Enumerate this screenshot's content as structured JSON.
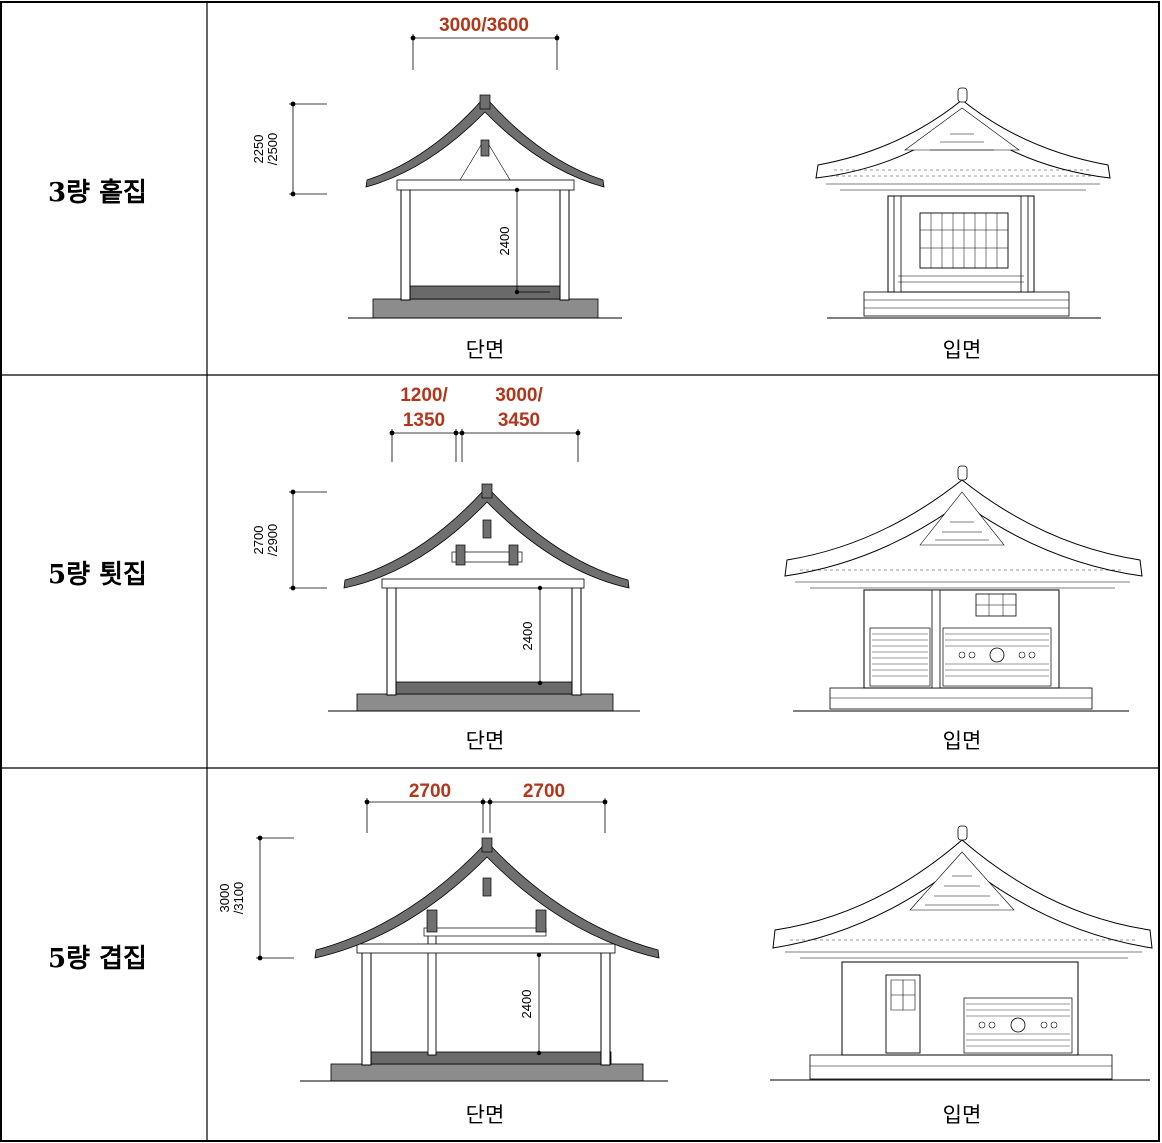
{
  "rows": [
    {
      "label": "3량 홑집",
      "section_caption": "단면",
      "elevation_caption": "입면",
      "width_dims": [
        "3000/3600"
      ],
      "ridge_height": "2250\n/2500",
      "wall_height": "2400"
    },
    {
      "label": "5량 툇집",
      "section_caption": "단면",
      "elevation_caption": "입면",
      "width_dims": [
        "1200/\n1350",
        "3000/\n3450"
      ],
      "ridge_height": "2700\n/2900",
      "wall_height": "2400"
    },
    {
      "label": "5량 겹집",
      "section_caption": "단면",
      "elevation_caption": "입면",
      "width_dims": [
        "2700",
        "2700"
      ],
      "ridge_height": "3000\n/3100",
      "wall_height": "2400"
    }
  ],
  "colors": {
    "dimension_text": "#b3361b",
    "roof_fill": "#6f6f6f",
    "floor_fill": "#9a9a9a",
    "line": "#000000"
  }
}
